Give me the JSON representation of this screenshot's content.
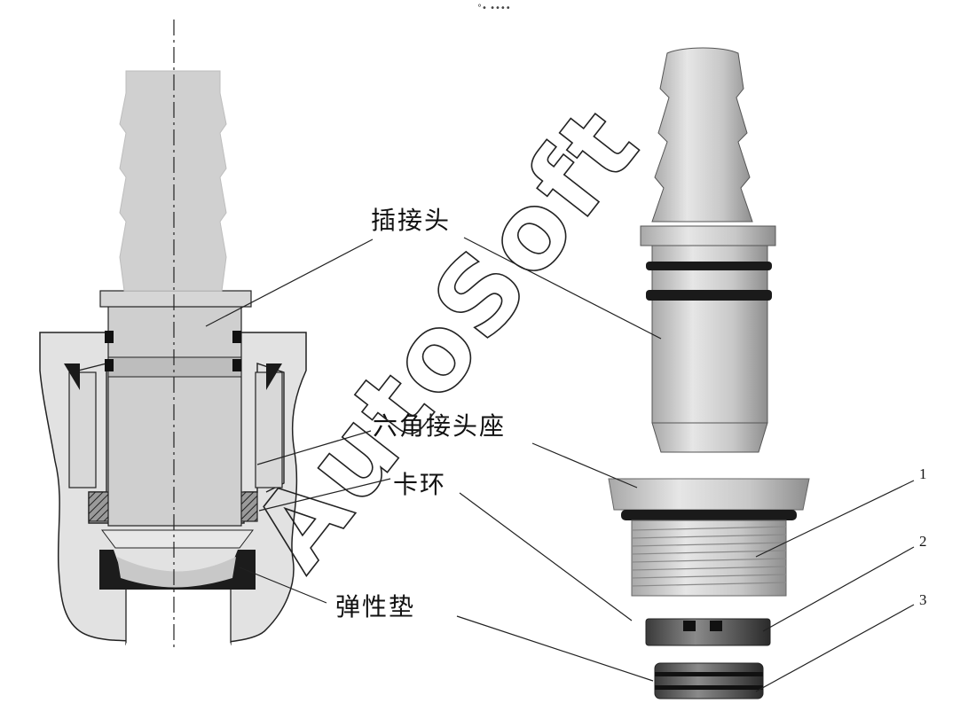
{
  "watermark": "AutoSoft",
  "top_mark": "°• ••••",
  "labels": {
    "plug_connector": "插接头",
    "hex_seat": "六角接头座",
    "snap_ring": "卡环",
    "elastic_pad": "弹性垫"
  },
  "part_numbers": [
    "1",
    "2",
    "3"
  ],
  "colors": {
    "metal_light": "#d4d4d4",
    "metal_mid": "#bdbdbd",
    "metal_dark": "#9a9a9a",
    "housing": "#e0e0e0",
    "seal": "#1a1a1a",
    "line": "#222222"
  }
}
